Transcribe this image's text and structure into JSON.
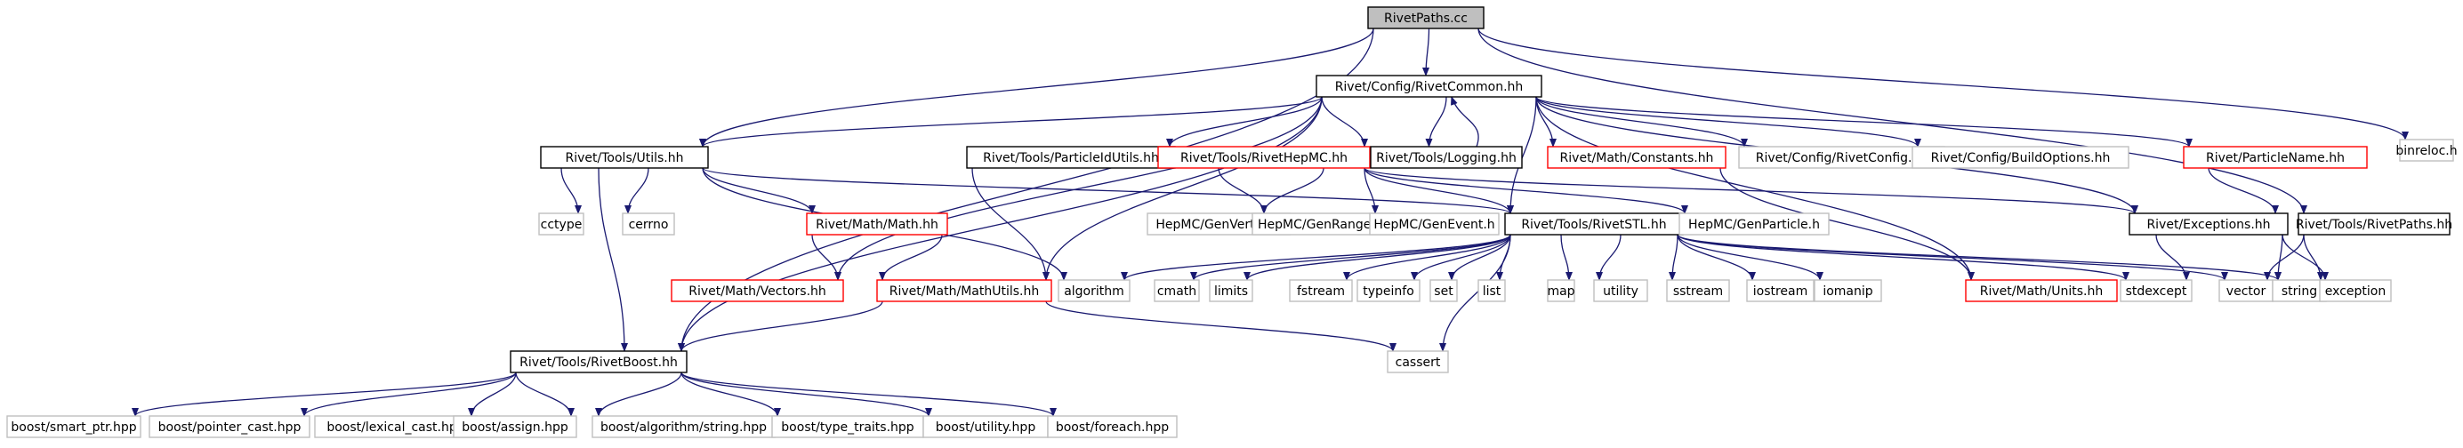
{
  "root": "RivetPaths.cc",
  "colors": {
    "edge": "#191970",
    "root_fill": "#bfbfbf",
    "border_normal": "#000000",
    "border_red": "#ff0000",
    "border_external": "#bfbfbf",
    "fill": "#ffffff"
  },
  "nodes": [
    {
      "id": "rivetpaths_cc",
      "label": "RivetPaths.cc",
      "style": "root"
    },
    {
      "id": "rivetcommon",
      "label": "Rivet/Config/RivetCommon.hh",
      "style": "normal"
    },
    {
      "id": "binreloc",
      "label": "binreloc.h",
      "style": "external"
    },
    {
      "id": "utils",
      "label": "Rivet/Tools/Utils.hh",
      "style": "normal"
    },
    {
      "id": "particleidutils",
      "label": "Rivet/Tools/ParticleIdUtils.hh",
      "style": "normal"
    },
    {
      "id": "rivethepmc",
      "label": "Rivet/Tools/RivetHepMC.hh",
      "style": "red"
    },
    {
      "id": "logging",
      "label": "Rivet/Tools/Logging.hh",
      "style": "normal"
    },
    {
      "id": "constants",
      "label": "Rivet/Math/Constants.hh",
      "style": "red"
    },
    {
      "id": "rivetconfig",
      "label": "Rivet/Config/RivetConfig.hh",
      "style": "external"
    },
    {
      "id": "buildoptions",
      "label": "Rivet/Config/BuildOptions.hh",
      "style": "external"
    },
    {
      "id": "particlename",
      "label": "Rivet/ParticleName.hh",
      "style": "red"
    },
    {
      "id": "cctype",
      "label": "cctype",
      "style": "external"
    },
    {
      "id": "cerrno",
      "label": "cerrno",
      "style": "external"
    },
    {
      "id": "math",
      "label": "Rivet/Math/Math.hh",
      "style": "red"
    },
    {
      "id": "genvertex",
      "label": "HepMC/GenVertex.h",
      "style": "external"
    },
    {
      "id": "genranges",
      "label": "HepMC/GenRanges.h",
      "style": "external"
    },
    {
      "id": "genevent",
      "label": "HepMC/GenEvent.h",
      "style": "external"
    },
    {
      "id": "rivetstl",
      "label": "Rivet/Tools/RivetSTL.hh",
      "style": "normal"
    },
    {
      "id": "genparticle",
      "label": "HepMC/GenParticle.h",
      "style": "external"
    },
    {
      "id": "exceptions",
      "label": "Rivet/Exceptions.hh",
      "style": "normal"
    },
    {
      "id": "rivetpaths_hh",
      "label": "Rivet/Tools/RivetPaths.hh",
      "style": "normal"
    },
    {
      "id": "vectors",
      "label": "Rivet/Math/Vectors.hh",
      "style": "red"
    },
    {
      "id": "mathutils",
      "label": "Rivet/Math/MathUtils.hh",
      "style": "red"
    },
    {
      "id": "algorithm",
      "label": "algorithm",
      "style": "external"
    },
    {
      "id": "cmath",
      "label": "cmath",
      "style": "external"
    },
    {
      "id": "limits",
      "label": "limits",
      "style": "external"
    },
    {
      "id": "fstream",
      "label": "fstream",
      "style": "external"
    },
    {
      "id": "typeinfo",
      "label": "typeinfo",
      "style": "external"
    },
    {
      "id": "set",
      "label": "set",
      "style": "external"
    },
    {
      "id": "list",
      "label": "list",
      "style": "external"
    },
    {
      "id": "map",
      "label": "map",
      "style": "external"
    },
    {
      "id": "utility",
      "label": "utility",
      "style": "external"
    },
    {
      "id": "sstream",
      "label": "sstream",
      "style": "external"
    },
    {
      "id": "iostream",
      "label": "iostream",
      "style": "external"
    },
    {
      "id": "iomanip",
      "label": "iomanip",
      "style": "external"
    },
    {
      "id": "units",
      "label": "Rivet/Math/Units.hh",
      "style": "red"
    },
    {
      "id": "stdexcept",
      "label": "stdexcept",
      "style": "external"
    },
    {
      "id": "vector",
      "label": "vector",
      "style": "external"
    },
    {
      "id": "string",
      "label": "string",
      "style": "external"
    },
    {
      "id": "exception",
      "label": "exception",
      "style": "external"
    },
    {
      "id": "rivetboost",
      "label": "Rivet/Tools/RivetBoost.hh",
      "style": "normal"
    },
    {
      "id": "cassert",
      "label": "cassert",
      "style": "external"
    },
    {
      "id": "smart_ptr",
      "label": "boost/smart_ptr.hpp",
      "style": "external"
    },
    {
      "id": "pointer_cast",
      "label": "boost/pointer_cast.hpp",
      "style": "external"
    },
    {
      "id": "lexical_cast",
      "label": "boost/lexical_cast.hpp",
      "style": "external"
    },
    {
      "id": "assign",
      "label": "boost/assign.hpp",
      "style": "external"
    },
    {
      "id": "algo_string",
      "label": "boost/algorithm/string.hpp",
      "style": "external"
    },
    {
      "id": "type_traits",
      "label": "boost/type_traits.hpp",
      "style": "external"
    },
    {
      "id": "boost_utility",
      "label": "boost/utility.hpp",
      "style": "external"
    },
    {
      "id": "foreach",
      "label": "boost/foreach.hpp",
      "style": "external"
    }
  ],
  "edges": [
    [
      "rivetpaths_cc",
      "rivetcommon"
    ],
    [
      "rivetpaths_cc",
      "binreloc"
    ],
    [
      "rivetpaths_cc",
      "utils"
    ],
    [
      "rivetpaths_cc",
      "rivetboost"
    ],
    [
      "rivetpaths_cc",
      "rivetpaths_hh"
    ],
    [
      "rivetcommon",
      "utils"
    ],
    [
      "rivetcommon",
      "particleidutils"
    ],
    [
      "rivetcommon",
      "rivethepmc"
    ],
    [
      "rivetcommon",
      "logging"
    ],
    [
      "rivetcommon",
      "constants"
    ],
    [
      "rivetcommon",
      "rivetconfig"
    ],
    [
      "rivetcommon",
      "buildoptions"
    ],
    [
      "rivetcommon",
      "particlename"
    ],
    [
      "rivetcommon",
      "exceptions"
    ],
    [
      "rivetcommon",
      "rivetstl"
    ],
    [
      "rivetcommon",
      "units"
    ],
    [
      "rivetcommon",
      "vectors"
    ],
    [
      "rivetcommon",
      "mathutils"
    ],
    [
      "rivetcommon",
      "rivetboost"
    ],
    [
      "logging",
      "rivetcommon"
    ],
    [
      "utils",
      "cctype"
    ],
    [
      "utils",
      "cerrno"
    ],
    [
      "utils",
      "math"
    ],
    [
      "utils",
      "rivetstl"
    ],
    [
      "utils",
      "algorithm"
    ],
    [
      "utils",
      "rivetboost"
    ],
    [
      "particleidutils",
      "mathutils"
    ],
    [
      "rivethepmc",
      "genvertex"
    ],
    [
      "rivethepmc",
      "genranges"
    ],
    [
      "rivethepmc",
      "genevent"
    ],
    [
      "rivethepmc",
      "genparticle"
    ],
    [
      "rivethepmc",
      "rivetstl"
    ],
    [
      "rivethepmc",
      "exceptions"
    ],
    [
      "constants",
      "units"
    ],
    [
      "particlename",
      "exceptions"
    ],
    [
      "math",
      "vectors"
    ],
    [
      "math",
      "mathutils"
    ],
    [
      "mathutils",
      "rivetboost"
    ],
    [
      "mathutils",
      "cassert"
    ],
    [
      "rivetstl",
      "algorithm"
    ],
    [
      "rivetstl",
      "cmath"
    ],
    [
      "rivetstl",
      "limits"
    ],
    [
      "rivetstl",
      "fstream"
    ],
    [
      "rivetstl",
      "typeinfo"
    ],
    [
      "rivetstl",
      "set"
    ],
    [
      "rivetstl",
      "list"
    ],
    [
      "rivetstl",
      "map"
    ],
    [
      "rivetstl",
      "utility"
    ],
    [
      "rivetstl",
      "sstream"
    ],
    [
      "rivetstl",
      "iostream"
    ],
    [
      "rivetstl",
      "iomanip"
    ],
    [
      "rivetstl",
      "stdexcept"
    ],
    [
      "rivetstl",
      "vector"
    ],
    [
      "rivetstl",
      "string"
    ],
    [
      "rivetstl",
      "cassert"
    ],
    [
      "exceptions",
      "stdexcept"
    ],
    [
      "exceptions",
      "string"
    ],
    [
      "exceptions",
      "exception"
    ],
    [
      "rivetpaths_hh",
      "string"
    ],
    [
      "rivetpaths_hh",
      "vector"
    ],
    [
      "rivetboost",
      "smart_ptr"
    ],
    [
      "rivetboost",
      "pointer_cast"
    ],
    [
      "rivetboost",
      "lexical_cast"
    ],
    [
      "rivetboost",
      "assign"
    ],
    [
      "rivetboost",
      "algo_string"
    ],
    [
      "rivetboost",
      "type_traits"
    ],
    [
      "rivetboost",
      "boost_utility"
    ],
    [
      "rivetboost",
      "foreach"
    ]
  ]
}
